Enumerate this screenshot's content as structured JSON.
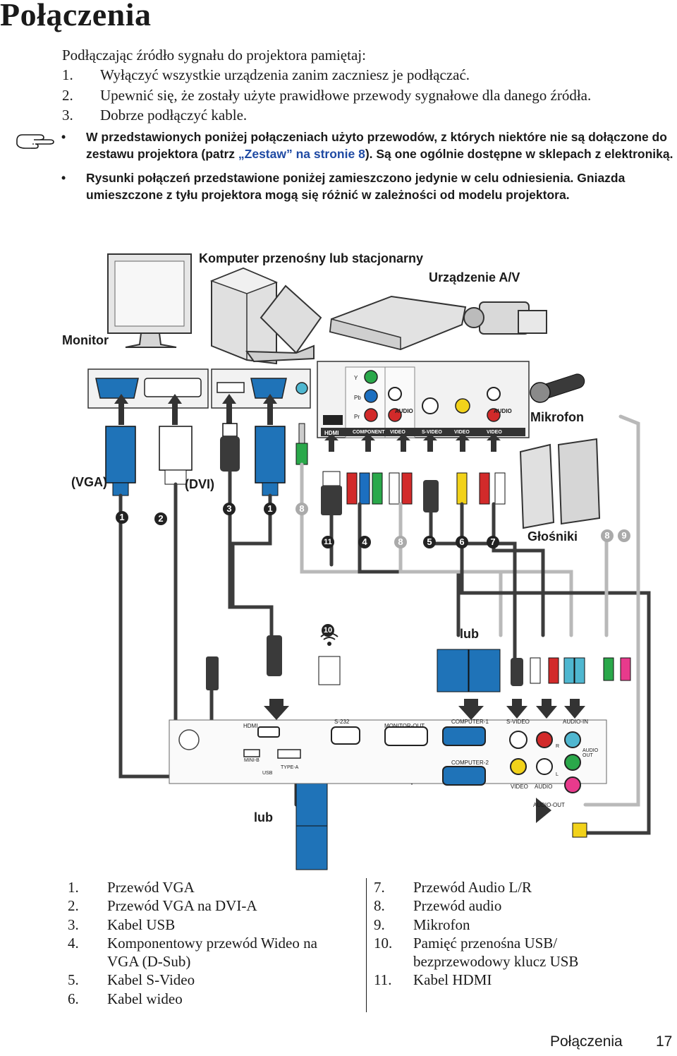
{
  "title": "Połączenia",
  "intro": "Podłączając źródło sygnału do projektora pamiętaj:",
  "steps": [
    {
      "num": "1.",
      "text": "Wyłączyć wszystkie urządzenia zanim zaczniesz je podłączać."
    },
    {
      "num": "2.",
      "text": "Upewnić się, że zostały użyte prawidłowe przewody sygnałowe dla danego źródła."
    },
    {
      "num": "3.",
      "text": "Dobrze podłączyć kable."
    }
  ],
  "notes": {
    "note1_a": "W przedstawionych poniżej połączeniach użyto przewodów, z których niektóre nie są dołączone do zestawu projektora (patrz ",
    "note1_ref": "„Zestaw” na stronie 8",
    "note1_b": "). Są one ogólnie dostępne w sklepach z elektroniką.",
    "note2": "Rysunki połączeń przedstawione poniżej zamieszczono jedynie w celu odniesienia. Gniazda umieszczone z tyłu projektora mogą się różnić w zależności od modelu projektora."
  },
  "diagram": {
    "computer_label": "Komputer przenośny lub stacjonarny",
    "av_label": "Urządzenie A/V",
    "monitor_label": "Monitor",
    "mic_label": "Mikrofon",
    "speakers_label": "Głośniki",
    "vga_label": "(VGA)",
    "dvi_label": "(DVI)",
    "lub_label_1": "lub",
    "lub_label_2": "lub",
    "source_ports": {
      "hdmi": "HDMI",
      "component": "COMPONENT",
      "video_a": "VIDEO",
      "audio_a": "AUDIO",
      "svideo": "S-VIDEO",
      "video_b": "VIDEO",
      "video_c": "VIDEO",
      "audio_b": "AUDIO",
      "y": "Y",
      "pb": "Pb",
      "pr": "Pr"
    },
    "projector_ports": {
      "hdmi": "HDMI",
      "rs232": "S-232",
      "monitor_out": "MONITOR-OUT",
      "computer1": "COMPUTER-1",
      "computer2": "COMPUTER-2",
      "svideo": "S-VIDEO",
      "audio_in": "AUDIO-IN",
      "audio_out_side": "AUDIO OUT",
      "mini_b": "MINI-B",
      "type_a": "TYPE-A",
      "usb": "USB",
      "video": "VIDEO",
      "audio": "AUDIO",
      "audio_out": "AUDIO-OUT",
      "r": "R",
      "l": "L"
    },
    "callouts": {
      "c1a": "1",
      "c2": "2",
      "c3": "3",
      "c1b": "1",
      "c8a": "8",
      "c11": "11",
      "c4": "4",
      "c8b": "8",
      "c5": "5",
      "c6": "6",
      "c7": "7",
      "c8c": "8",
      "c9": "9",
      "c10": "10"
    }
  },
  "legend": {
    "left": [
      {
        "num": "1.",
        "text": "Przewód VGA"
      },
      {
        "num": "2.",
        "text": "Przewód VGA na DVI-A"
      },
      {
        "num": "3.",
        "text": "Kabel USB"
      },
      {
        "num": "4.",
        "text": "Komponentowy przewód Wideo na VGA (D-Sub)"
      },
      {
        "num": "5.",
        "text": "Kabel S-Video"
      },
      {
        "num": "6.",
        "text": "Kabel wideo"
      }
    ],
    "right": [
      {
        "num": "7.",
        "text": "Przewód Audio L/R"
      },
      {
        "num": "8.",
        "text": "Przewód audio"
      },
      {
        "num": "9.",
        "text": "Mikrofon"
      },
      {
        "num": "10.",
        "text": "Pamięć przenośna USB/ bezprzewodowy klucz USB"
      },
      {
        "num": "11.",
        "text": "Kabel HDMI"
      }
    ]
  },
  "footer": {
    "section": "Połączenia",
    "page": "17"
  },
  "colors": {
    "vga_blue": "#1f73b8",
    "cable_gray": "#b9b9b9",
    "cable_dark": "#3c3c3c",
    "green": "#2aa84a",
    "blue": "#1c6fc0",
    "red": "#d22a2a",
    "yellow": "#f2d21a",
    "pink": "#e83a8c"
  }
}
